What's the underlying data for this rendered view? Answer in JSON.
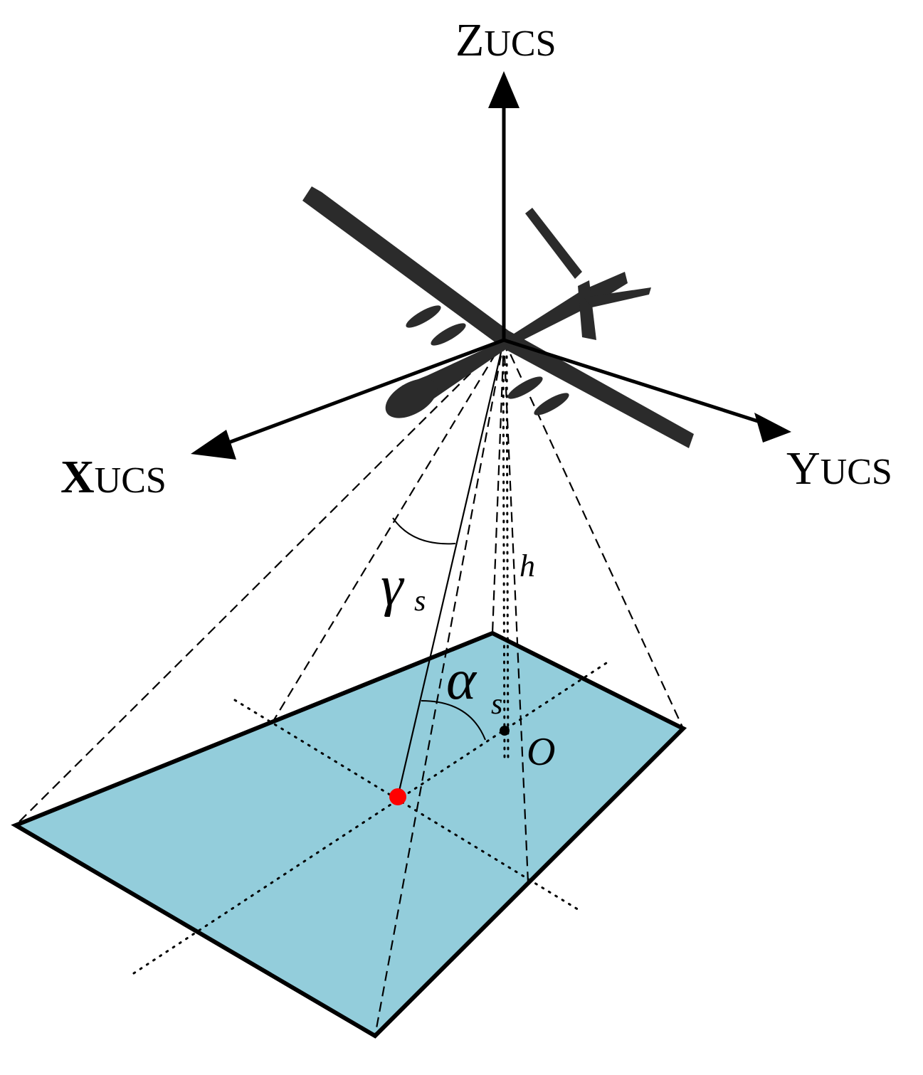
{
  "diagram": {
    "axes": {
      "z": {
        "main": "Z",
        "sub": "UCS"
      },
      "x": {
        "main": "X",
        "sub": "UCS"
      },
      "y": {
        "main": "Y",
        "sub": "UCS"
      }
    },
    "symbols": {
      "gamma": "γ",
      "gamma_sub": "s",
      "alpha": "α",
      "alpha_sub": "s",
      "height": "h",
      "origin": "O"
    },
    "colors": {
      "ground_fill": "#93cddb",
      "target_point": "#ff0000",
      "aircraft": "#2b2b2b",
      "lines": "#000000"
    },
    "icons": [
      "uav-aircraft-icon"
    ]
  }
}
